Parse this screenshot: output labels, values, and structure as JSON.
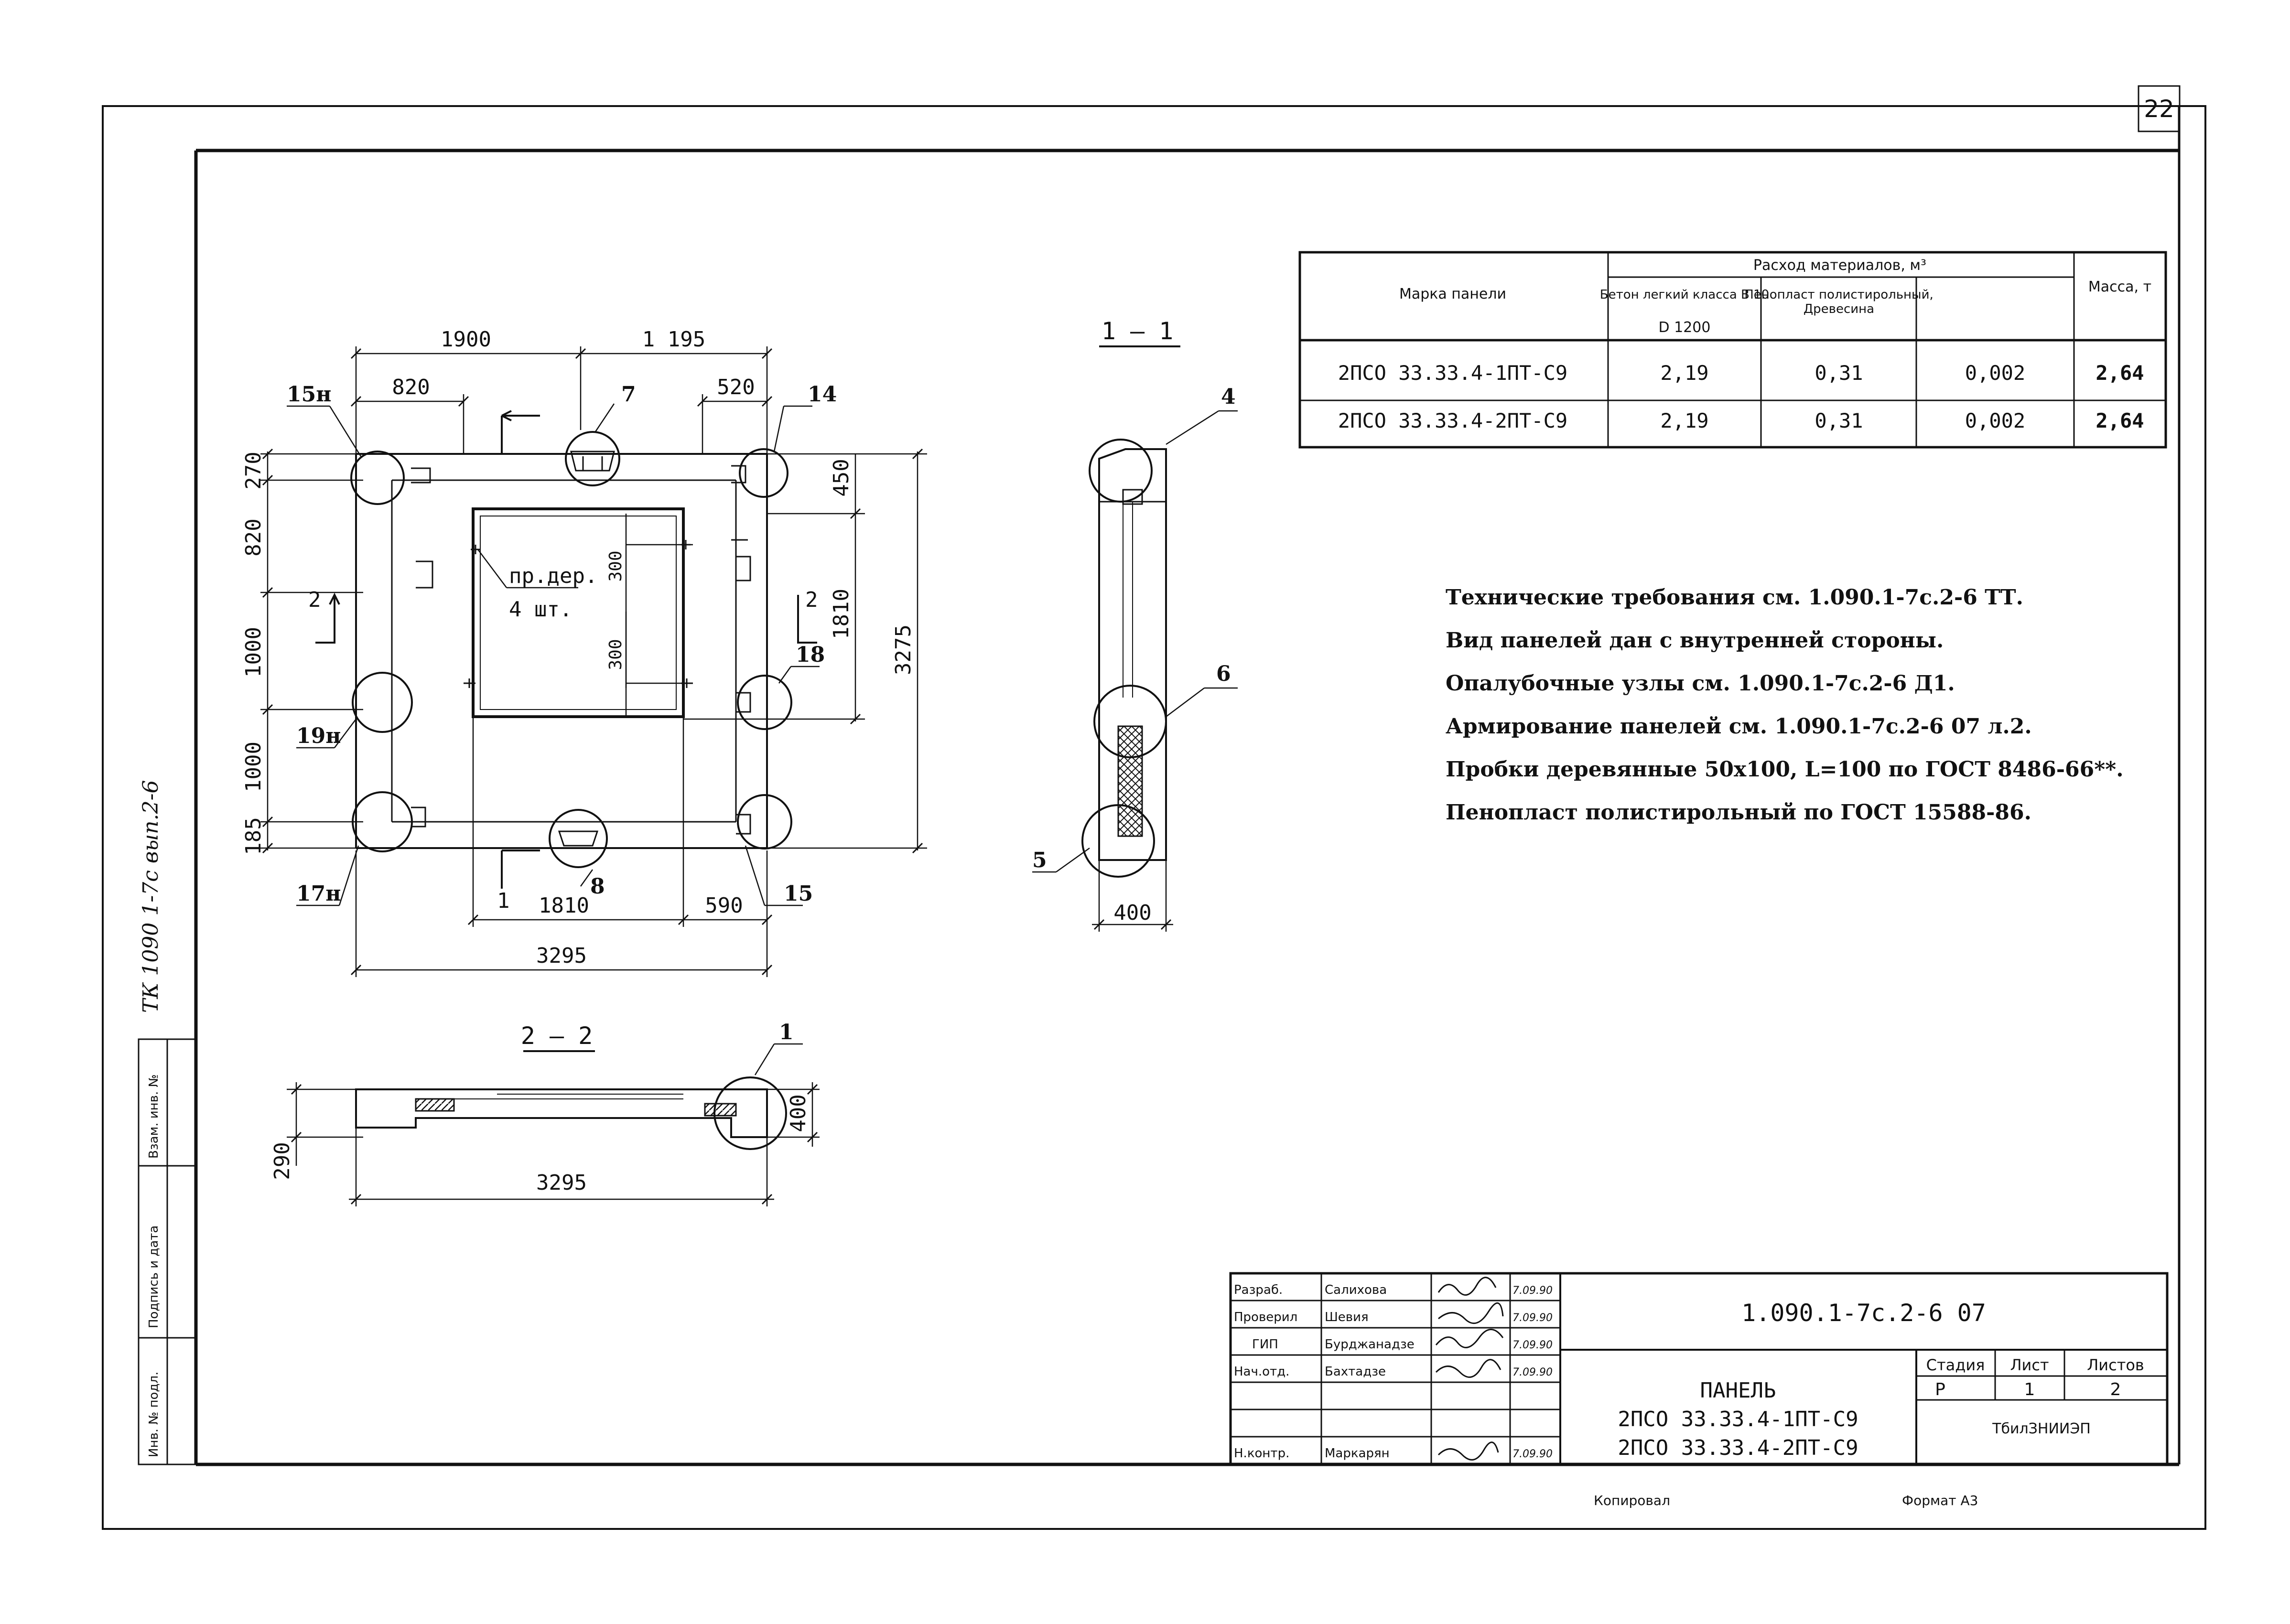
{
  "sheet": {
    "page_number": "22",
    "side_stamp": "ТК 1090 1-7с вып.2-6",
    "side_labels": [
      "Инв. № подл.",
      "Подпись и дата",
      "Взам. инв. №"
    ],
    "copied_by": "Копировал",
    "format": "Формат А3"
  },
  "table": {
    "col_mark": "Марка панели",
    "col_materials": "Расход материалов,  м³",
    "col_concrete": "Бетон легкий класса В 10",
    "col_concrete_2": "D 1200",
    "col_foam": "Пенопласт полистирольный,",
    "col_wood": "Древесина",
    "col_mass": "Масса, т",
    "rows": [
      {
        "mark": "2ПСО 33.33.4-1ПТ-С9",
        "concrete": "2,19",
        "foam": "0,31",
        "wood": "0,002",
        "mass": "2,64"
      },
      {
        "mark": "2ПСО 33.33.4-2ПТ-С9",
        "concrete": "2,19",
        "foam": "0,31",
        "wood": "0,002",
        "mass": "2,64"
      }
    ]
  },
  "notes": [
    "Технические требования см. 1.090.1-7с.2-6 ТТ.",
    "Вид панелей дан с внутренней стороны.",
    "Опалубочные узлы см. 1.090.1-7с.2-6 Д1.",
    "Армирование панелей см. 1.090.1-7с.2-6 07 л.2.",
    "Пробки деревянные 50х100, L=100 по ГОСТ 8486-66**.",
    "Пенопласт полистирольный по ГОСТ 15588-86."
  ],
  "drawing": {
    "dims": [
      "1900",
      "1 195",
      "820",
      "520",
      "270",
      "820",
      "1000",
      "1000",
      "185",
      "450",
      "1810",
      "3275",
      "1810",
      "590",
      "3295",
      "300",
      "300"
    ],
    "callouts": [
      "15н",
      "14",
      "7",
      "19н",
      "18",
      "17н",
      "15",
      "8"
    ],
    "opening_note_1": "пр.дер.",
    "opening_note_2": "4 шт.",
    "section_marks": [
      "2",
      "2",
      "1"
    ],
    "section_1_title": "1 – 1",
    "section_1_callouts": [
      "4",
      "6",
      "5"
    ],
    "section_1_dim": "400",
    "section_2_title": "2 – 2",
    "section_2_callout": "1",
    "section_2_dims": [
      "290",
      "400",
      "3295"
    ]
  },
  "title_block": {
    "code": "1.090.1-7с.2-6 07",
    "roles": [
      "Разраб.",
      "Проверил",
      "ГИП",
      "Нач.отд.",
      "",
      "",
      "Н.контр."
    ],
    "names": [
      "Салихова",
      "Шевия",
      "Бурджанадзе",
      "Бахтадзе",
      "",
      "",
      "Маркарян"
    ],
    "dates": [
      "7.09.90",
      "7.09.90",
      "7.09.90",
      "7.09.90",
      "",
      "",
      "7.09.90"
    ],
    "title": "ПАНЕЛЬ",
    "title_line2": "2ПСО 33.33.4-1ПТ-С9",
    "title_line3": "2ПСО 33.33.4-2ПТ-С9",
    "stage_label": "Стадия",
    "sheet_label": "Лист",
    "sheets_label": "Листов",
    "stage": "Р",
    "sheet": "1",
    "sheets": "2",
    "org": "ТбилЗНИИЭП"
  }
}
